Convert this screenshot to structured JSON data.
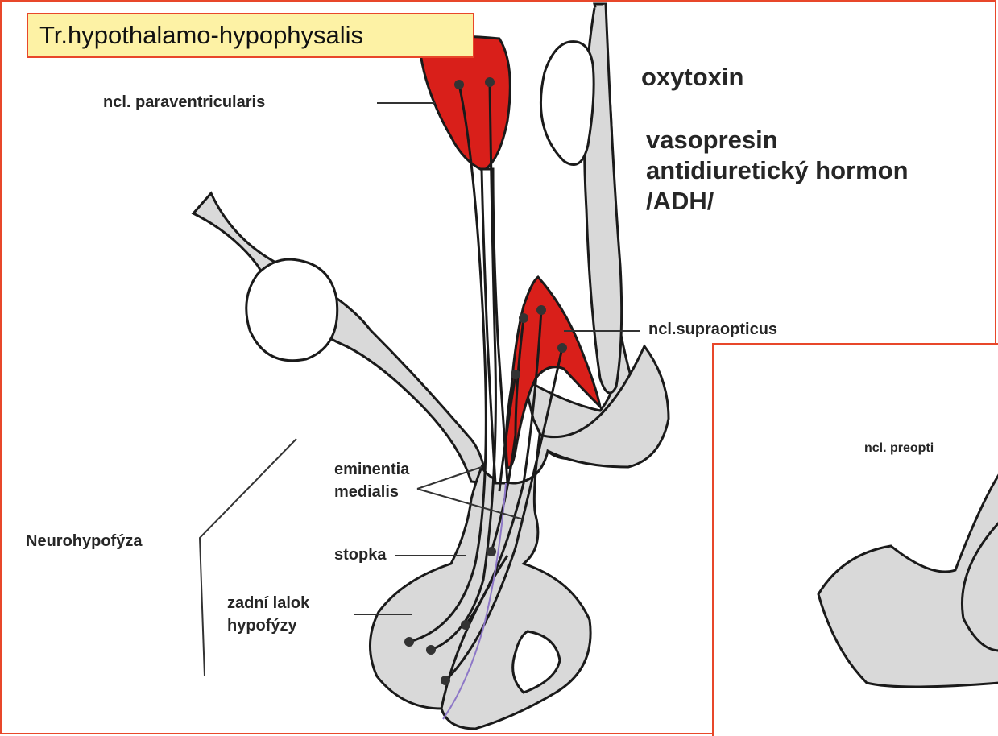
{
  "title": "Tr.hypothalamo-hypophysalis",
  "hormones": {
    "oxytoxin": "oxytoxin",
    "vasopresin": "vasopresin",
    "adh_line1": "antidiuretický hormon",
    "adh_line2": "/ADH/"
  },
  "labels": {
    "paraventricularis": "ncl. paraventricularis",
    "supraopticus": "ncl.supraopticus",
    "eminentia_line1": "eminentia",
    "eminentia_line2": "medialis",
    "stopka": "stopka",
    "zadni_line1": "zadní lalok",
    "zadni_line2": "hypofýzy",
    "neurohypofyza": "Neurohypofýza",
    "preoptic": "ncl. preopti"
  },
  "colors": {
    "nucleus_red": "#d91f1a",
    "tissue_gray": "#d9d9d9",
    "frame_border": "#e8472a",
    "title_bg": "#fdf2a5",
    "axon_purple": "#8d77c7"
  }
}
